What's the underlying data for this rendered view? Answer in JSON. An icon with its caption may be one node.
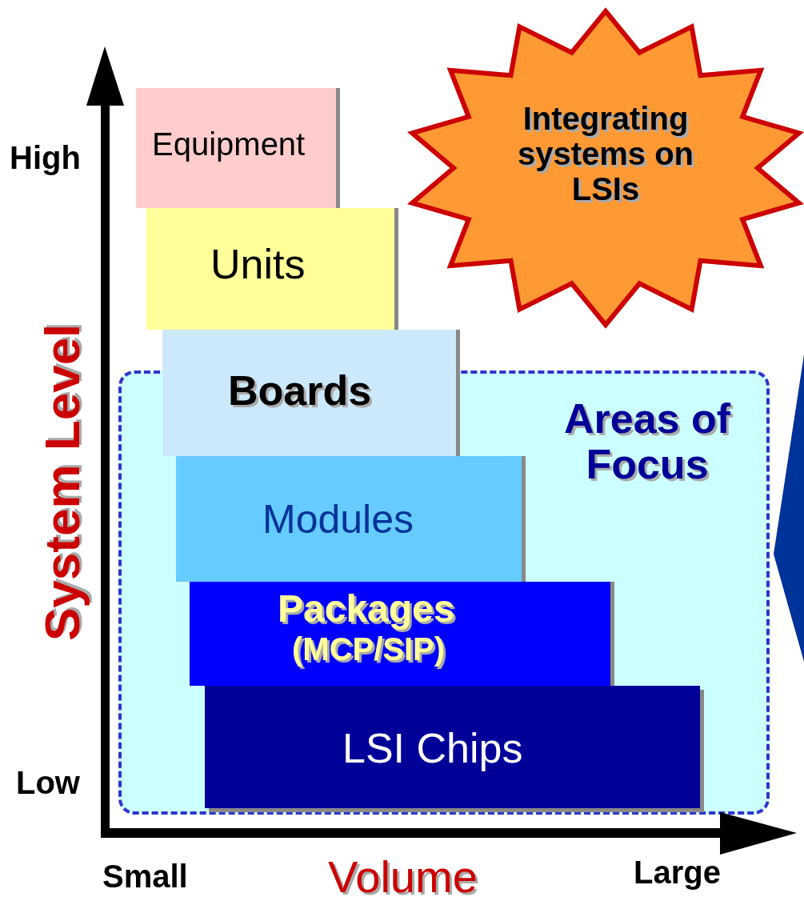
{
  "diagram": {
    "nodes": [
      {
        "text": [
          "Equipment"
        ]
      },
      {
        "text": [
          "Units"
        ]
      },
      {
        "text": [
          "Boards"
        ]
      },
      {
        "text": [
          "Areas of Focus"
        ]
      },
      {
        "text": [
          "Modules"
        ],
        "in": 3
      },
      {
        "text": [
          "Packages",
          "(MCP/SIP)"
        ],
        "in": 3
      },
      {
        "text": [
          "LSI Chips"
        ],
        "in": 3
      },
      {
        "text": [
          "Integrating systems on LSIs"
        ]
      },
      {
        "text": [],
        "shape": "arrow"
      }
    ],
    "edges": [],
    "labels": [
      "High",
      "System Level",
      "Low",
      "Small",
      "Volume",
      "Large"
    ]
  }
}
